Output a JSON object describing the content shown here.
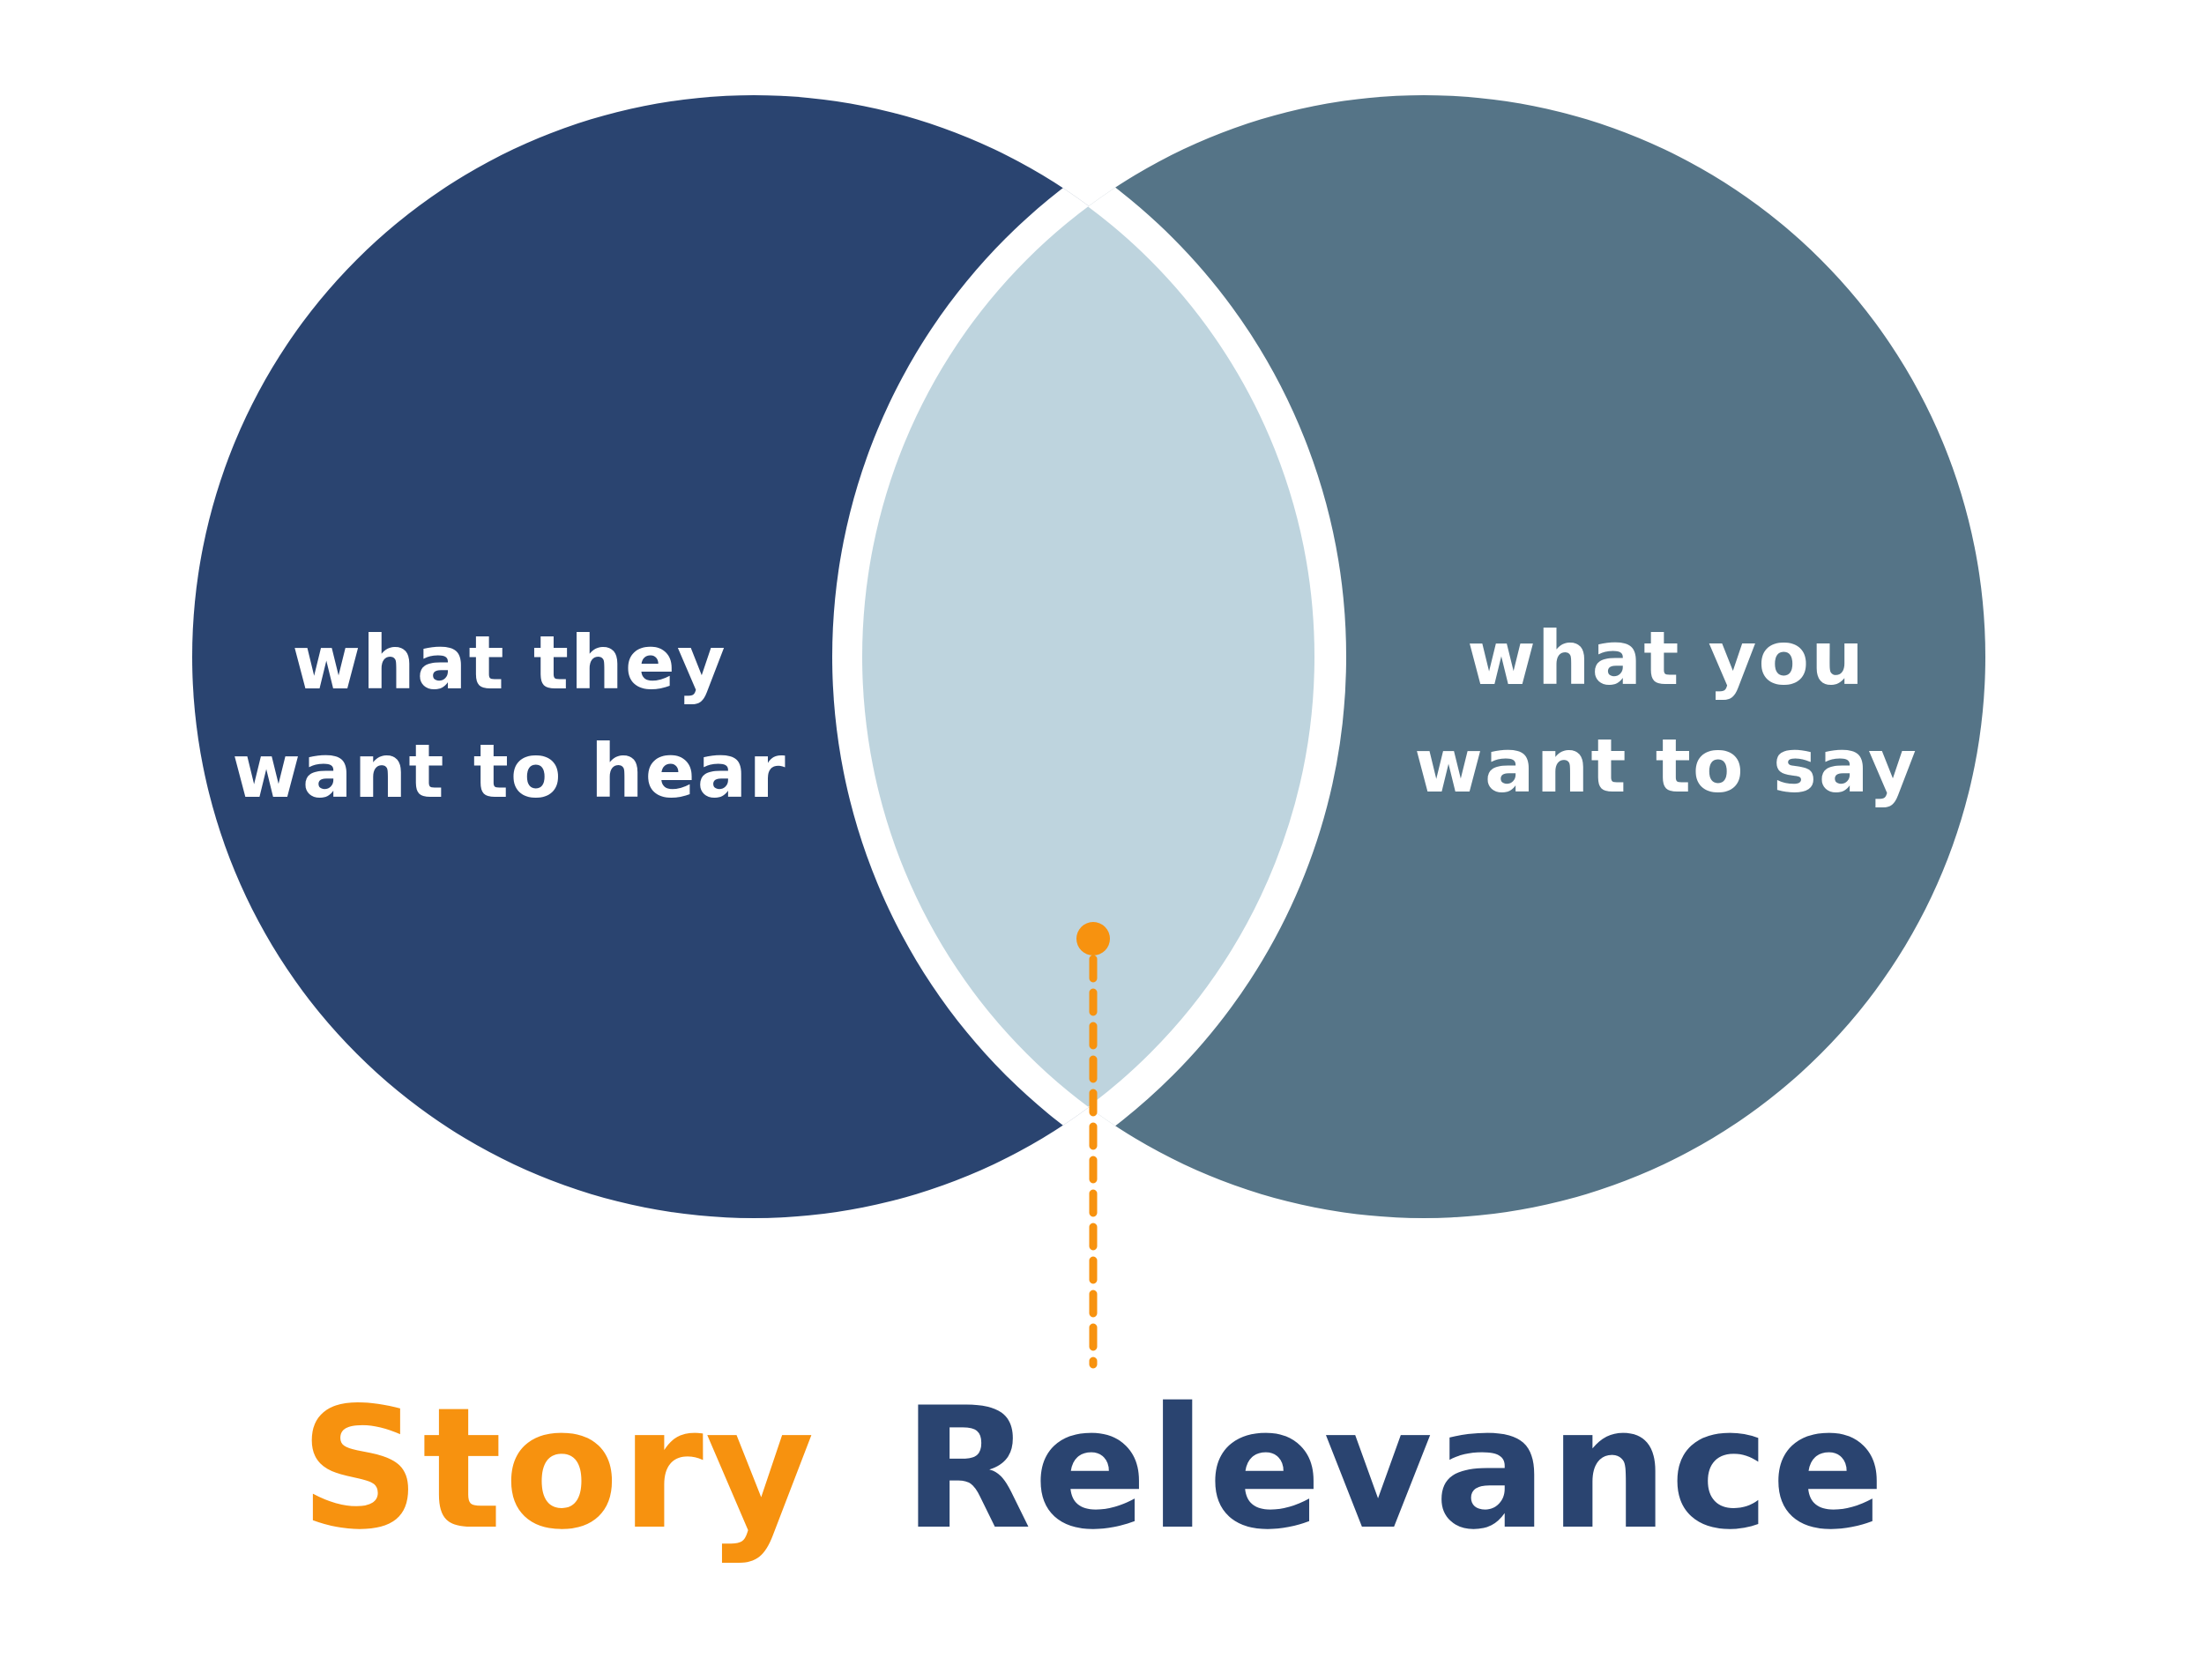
{
  "diagram": {
    "left_circle": {
      "line1": "what they",
      "line2": "want to hear",
      "color": "#2a4470"
    },
    "right_circle": {
      "line1": "what you",
      "line2": "want to say",
      "color": "#557487"
    },
    "overlap": {
      "color": "#bed4de"
    },
    "pointer": {
      "color": "#f7920f"
    },
    "title": {
      "word1": "Story",
      "word1_color": "#f7920f",
      "word2": "Relevance",
      "word2_color": "#2a4470"
    }
  }
}
